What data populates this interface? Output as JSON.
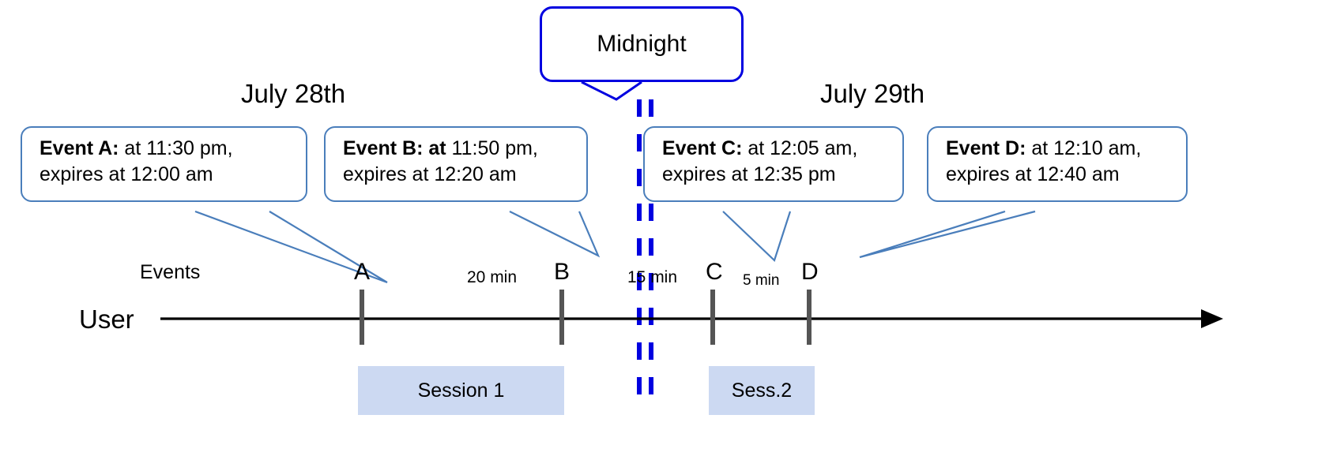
{
  "diagram": {
    "title_note": "Midnight",
    "days": [
      {
        "label": "July 28th"
      },
      {
        "label": "July 29th"
      }
    ],
    "axis": {
      "row_label": "User",
      "events_label": "Events"
    },
    "events": [
      {
        "letter": "A",
        "bold": "Event A:",
        "rest": " at 11:30 pm,",
        "line2": "expires at 12:00 am"
      },
      {
        "letter": "B",
        "bold": "Event B: at",
        "rest": " 11:50 pm,",
        "line2": "expires at 12:20 am"
      },
      {
        "letter": "C",
        "bold": "Event C:",
        "rest": " at 12:05 am,",
        "line2": "expires at 12:35 pm"
      },
      {
        "letter": "D",
        "bold": "Event D:",
        "rest": "  at 12:10 am,",
        "line2": "expires at 12:40 am"
      }
    ],
    "intervals": [
      {
        "label": "20 min"
      },
      {
        "label": "15 min"
      },
      {
        "label": "5 min"
      }
    ],
    "sessions": [
      {
        "label": "Session 1"
      },
      {
        "label": "Sess.2"
      }
    ],
    "colors": {
      "callout_border": "#4a7ebb",
      "midnight_line": "#0000e0",
      "session_fill": "#ccd9f2",
      "tick": "#555555",
      "axis": "#000000"
    }
  }
}
